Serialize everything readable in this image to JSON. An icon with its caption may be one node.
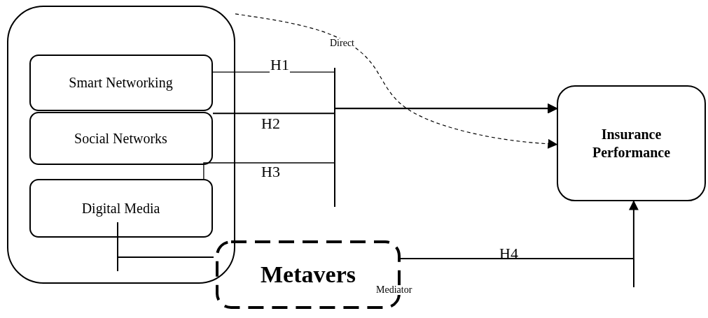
{
  "diagram": {
    "nodes": [
      {
        "text": [],
        "shape": "box"
      },
      {
        "text": [
          "Smart Networking"
        ],
        "in": 0
      },
      {
        "text": [
          "Social Networks"
        ],
        "in": 0
      },
      {
        "text": [
          "Digital Media"
        ],
        "in": 0
      },
      {
        "text": [
          "Insurance Performance"
        ]
      },
      {
        "text": [
          "Metavers"
        ],
        "beside": [
          "Mediator"
        ]
      }
    ],
    "edges": [
      {
        "from": 1,
        "to": 4,
        "arrow": "to",
        "label": "H1"
      },
      {
        "from": 2,
        "to": 4,
        "arrow": "to",
        "label": "H2"
      },
      {
        "from": 3,
        "to": 4,
        "arrow": "to",
        "label": "H3"
      },
      {
        "from": 0,
        "to": 4,
        "arrow": "to",
        "label": "Direct",
        "style": "dashed"
      },
      {
        "from": 5,
        "to": 4,
        "arrow": "to",
        "label": "H4"
      }
    ]
  }
}
